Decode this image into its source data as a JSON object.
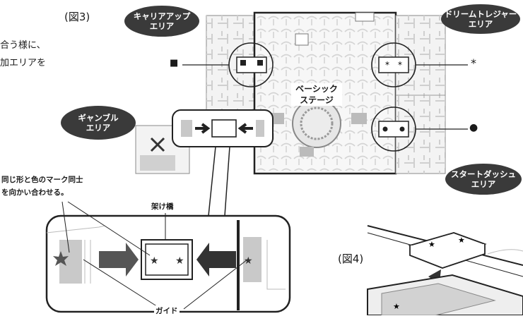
{
  "fig3_label": "(図3)",
  "fig4_label": "(図4)",
  "side_text": {
    "line1": "合う様に、",
    "line2": "加エリアを"
  },
  "areas": {
    "career_up": {
      "line1": "キャリアアップ",
      "line2": "エリア"
    },
    "dream_treasure": {
      "line1": "ドリームトレジャー",
      "line2": "エリア"
    },
    "gamble": {
      "line1": "ギャンブル",
      "line2": "エリア"
    },
    "start_dash": {
      "line1": "スタートダッシュ",
      "line2": "エリア"
    }
  },
  "basic_stage": {
    "line1": "ベーシック",
    "line2": "ステージ"
  },
  "instruction": {
    "line1": "同じ形と色のマーク同士",
    "line2": "を向かい合わせる。"
  },
  "bridge_label": "架け橋",
  "guide_label": "ガイド",
  "markers": {
    "square": "■",
    "asterisk": "*",
    "dot": "●"
  },
  "colors": {
    "pill_bg": "#3a3a3a",
    "line": "#1a1a1a",
    "gray_fill": "#bdbdbd"
  }
}
